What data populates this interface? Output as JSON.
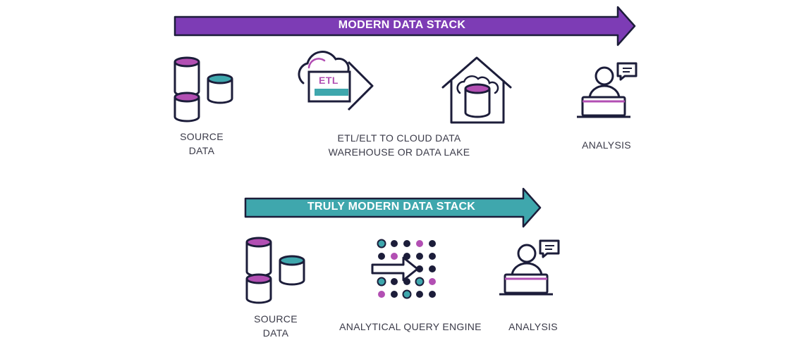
{
  "top": {
    "banner": "MODERN DATA STACK",
    "source_label": [
      "SOURCE",
      "DATA"
    ],
    "etl_label": [
      "ETL/ELT TO CLOUD DATA",
      "WAREHOUSE OR DATA LAKE"
    ],
    "etl_badge": "ETL",
    "analysis_label": "ANALYSIS"
  },
  "bottom": {
    "banner": "TRULY MODERN DATA STACK",
    "source_label": [
      "SOURCE",
      "DATA"
    ],
    "engine_label": "ANALYTICAL QUERY ENGINE",
    "analysis_label": "ANALYSIS"
  },
  "colors": {
    "navy": "#1c1d3a",
    "purple": "#7d3cb5",
    "magenta": "#b24fb3",
    "teal": "#3fa7ad"
  }
}
